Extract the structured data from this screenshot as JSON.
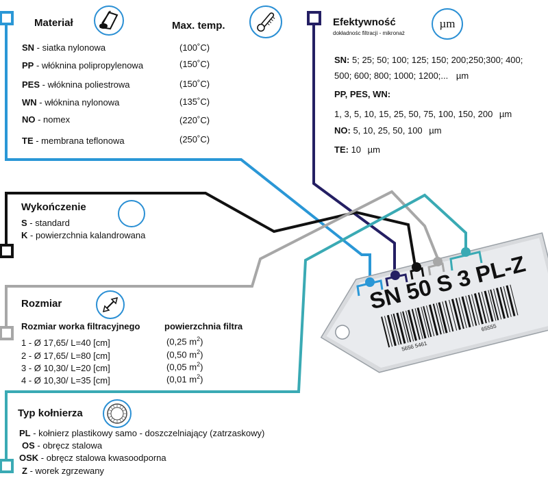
{
  "material": {
    "heading": "Materiał",
    "temp_heading": "Max. temp.",
    "icon": "felt-roll-icon",
    "temp_icon": "thermometer-icon",
    "items": [
      {
        "code": "SN",
        "desc": " - siatka nylonowa",
        "temp": "(100˚C)"
      },
      {
        "code": "PP",
        "desc": " - włóknina polipropylenowa",
        "temp": "(150˚C)"
      },
      {
        "code": "PES",
        "desc": " - włóknina poliestrowa",
        "temp": "(150˚C)"
      },
      {
        "code": "WN",
        "desc": " - włóknina nylonowa",
        "temp": "(135˚C)"
      },
      {
        "code": "NO",
        "desc": " - nomex",
        "temp": "(220˚C)"
      },
      {
        "code": "TE",
        "desc": " - membrana teflonowa",
        "temp": "(250˚C)"
      }
    ]
  },
  "efficiency": {
    "heading": "Efektywność",
    "subheading": "dokładnośc filtracji - mikronaż",
    "icon_text": "µm",
    "sn_code": "SN:",
    "sn_line1": " 5; 25; 50; 100; 125; 150; 200;250;300; 400;",
    "sn_line2": "500; 600; 800; 1000; 1200;...",
    "unit": "µm",
    "pp_label": "PP, PES, WN:",
    "pp_values": "1, 3, 5, 10, 15, 25, 50, 75, 100, 150, 200",
    "no_code": "NO:",
    "no_values": " 5, 10, 25, 50, 100",
    "te_code": "TE:",
    "te_values": " 10"
  },
  "finish": {
    "heading": "Wykończenie",
    "items": [
      {
        "code": "S",
        "desc": " - standard"
      },
      {
        "code": "K",
        "desc": " - powierzchnia kalandrowana"
      }
    ]
  },
  "size": {
    "heading": "Rozmiar",
    "icon": "diagonal-arrow-icon",
    "col1_heading": "Rozmiar worka filtracyjnego",
    "col2_heading": "powierzchnia filtra",
    "items": [
      {
        "label": "1 - Ø 17,65/ L=40 [cm]",
        "area": "(0,25 m",
        "sup": "2",
        "close": ")"
      },
      {
        "label": "2 - Ø 17,65/ L=80 [cm]",
        "area": "(0,50 m",
        "sup": "2",
        "close": ")"
      },
      {
        "label": "3 - Ø 10,30/ L=20 [cm]",
        "area": "(0,05 m",
        "sup": "2",
        "close": ")"
      },
      {
        "label": "4 - Ø 10,30/ L=35 [cm]",
        "area": "(0,01 m",
        "sup": "2",
        "close": ")"
      }
    ]
  },
  "collar": {
    "heading": "Typ kołnierza",
    "icon": "ring-icon",
    "items": [
      {
        "code": "PL",
        "desc": " - kołnierz plastikowy samo - doszczelniający (zatrzaskowy)"
      },
      {
        "code": "OS",
        "desc": " - obręcz stalowa"
      },
      {
        "code": "OSK",
        "desc": " - obręcz stalowa kwasoodporna"
      },
      {
        "code": "Z",
        "desc": " - worek zgrzewany"
      }
    ]
  },
  "tag": {
    "code_text": "SN 50 S 3 PL-Z",
    "barcode_left": "5656 5461",
    "barcode_right": "65555"
  },
  "colors": {
    "material": "#2a97d6",
    "efficiency": "#241f63",
    "finish": "#111111",
    "size": "#a7a7a7",
    "collar": "#3aaab4"
  }
}
